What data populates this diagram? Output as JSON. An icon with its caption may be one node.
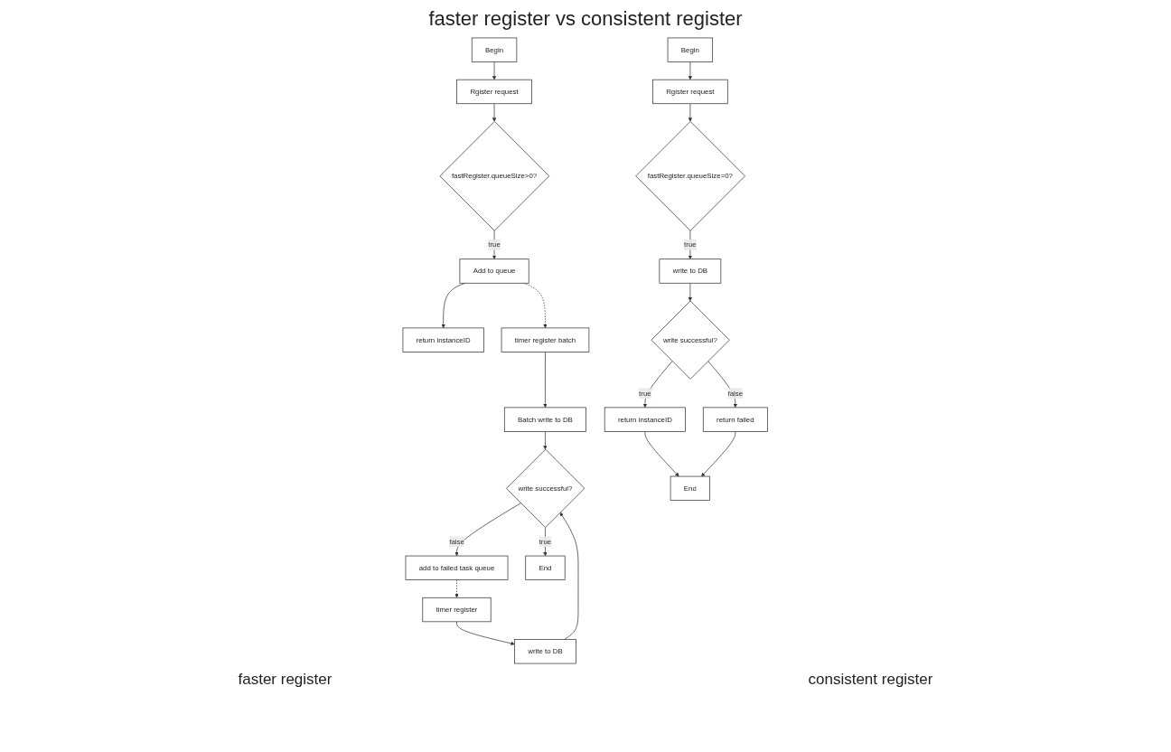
{
  "diagram": {
    "title": "faster register vs consistent register",
    "nodes": [
      {
        "text": [
          "Begin"
        ]
      },
      {
        "text": [
          "Rgister request"
        ]
      },
      {
        "text": [
          "fastRegister.queueSize>0?"
        ]
      },
      {
        "text": [
          "return instanceID"
        ]
      },
      {
        "text": [
          "Add to queue"
        ]
      },
      {
        "text": [
          "write to DB"
        ]
      },
      {
        "text": [
          "timer register batch"
        ]
      },
      {
        "text": [
          "timer register"
        ]
      },
      {
        "text": [
          "Batch write to DB"
        ]
      },
      {
        "text": [
          "add to failed task queue"
        ]
      },
      {
        "text": [
          "write successful?"
        ]
      },
      {
        "text": [
          "End"
        ]
      },
      {
        "text": [
          "Begin"
        ]
      },
      {
        "text": [
          "Rgister request"
        ]
      },
      {
        "text": [
          "fastRegister.queueSize=0?"
        ]
      },
      {
        "text": [
          "write to DB"
        ]
      },
      {
        "text": [
          "write successful?"
        ]
      },
      {
        "text": [
          "return instanceID"
        ]
      },
      {
        "text": [
          "return failed"
        ]
      },
      {
        "text": [
          "End"
        ]
      }
    ],
    "edges": [
      {
        "from": 0,
        "to": 1,
        "arrow": "to"
      },
      {
        "from": 1,
        "to": 2,
        "arrow": "to"
      },
      {
        "from": 2,
        "to": 4,
        "arrow": "to",
        "label": "true"
      },
      {
        "from": 4,
        "to": 3,
        "arrow": "to"
      },
      {
        "from": 4,
        "to": 6,
        "arrow": "to",
        "style": "dashed"
      },
      {
        "from": 6,
        "to": 8,
        "arrow": "to"
      },
      {
        "from": 8,
        "to": 10,
        "arrow": "to"
      },
      {
        "from": 5,
        "to": 10,
        "arrow": "to"
      },
      {
        "from": 10,
        "to": 9,
        "arrow": "to",
        "label": "false"
      },
      {
        "from": 9,
        "to": 7,
        "arrow": "to",
        "style": "dashed"
      },
      {
        "from": 7,
        "to": 5,
        "arrow": "to"
      },
      {
        "from": 10,
        "to": 11,
        "arrow": "to",
        "label": "true"
      },
      {
        "from": 12,
        "to": 13,
        "arrow": "to"
      },
      {
        "from": 13,
        "to": 14,
        "arrow": "to"
      },
      {
        "from": 14,
        "to": 15,
        "arrow": "to",
        "label": "true"
      },
      {
        "from": 15,
        "to": 16,
        "arrow": "to"
      },
      {
        "from": 16,
        "to": 17,
        "arrow": "to",
        "label": "true"
      },
      {
        "from": 16,
        "to": 18,
        "arrow": "to",
        "label": "false"
      },
      {
        "from": 17,
        "to": 19,
        "arrow": "to"
      },
      {
        "from": 18,
        "to": 19,
        "arrow": "to"
      }
    ],
    "labels": [
      "faster register",
      "consistent register"
    ]
  }
}
